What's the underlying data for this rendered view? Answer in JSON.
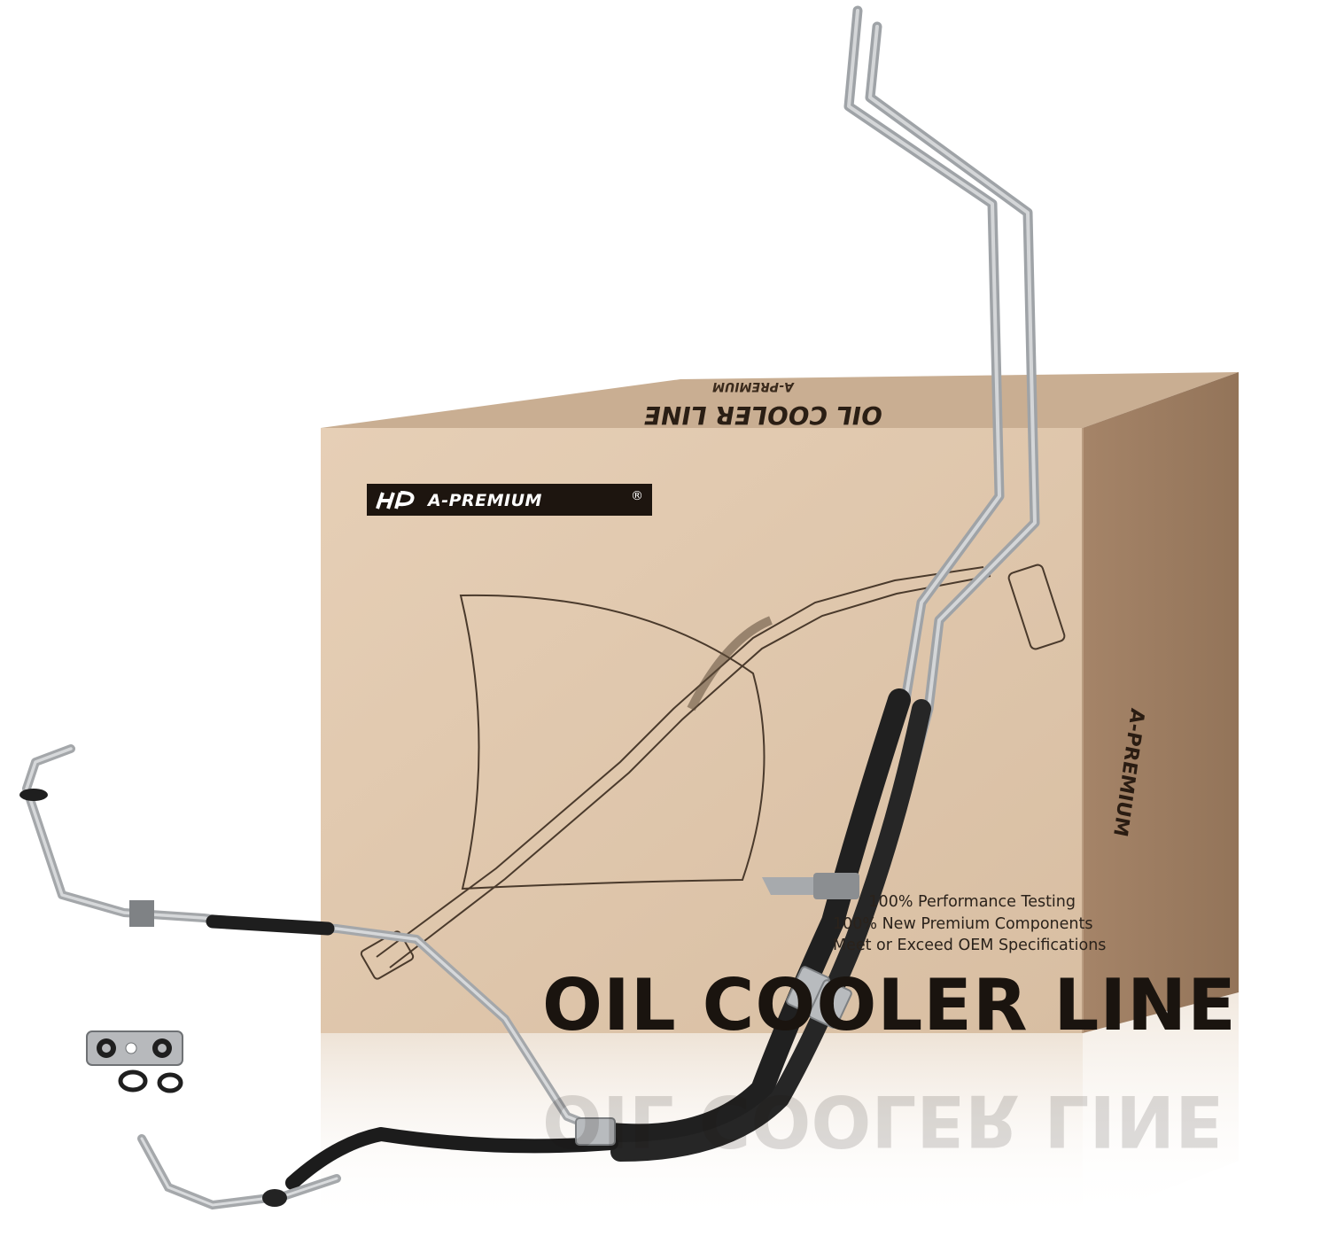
{
  "product": {
    "brand_name": "A-PREMIUM",
    "registered_mark": "®",
    "title": "OIL COOLER LINE",
    "features": [
      "100% Performance Testing",
      "100% New Premium Components",
      "Meet or Exceed OEM Specifications"
    ]
  },
  "colors": {
    "box_front": "#dfc6ab",
    "box_side": "#a08064",
    "box_top": "#c6ab8f",
    "tube_metal": "#b9bcbf",
    "hose_rubber": "#1f1f1f"
  },
  "icons": [
    "brand-logo-icon",
    "gasket-plate-icon",
    "o-ring-icon"
  ]
}
